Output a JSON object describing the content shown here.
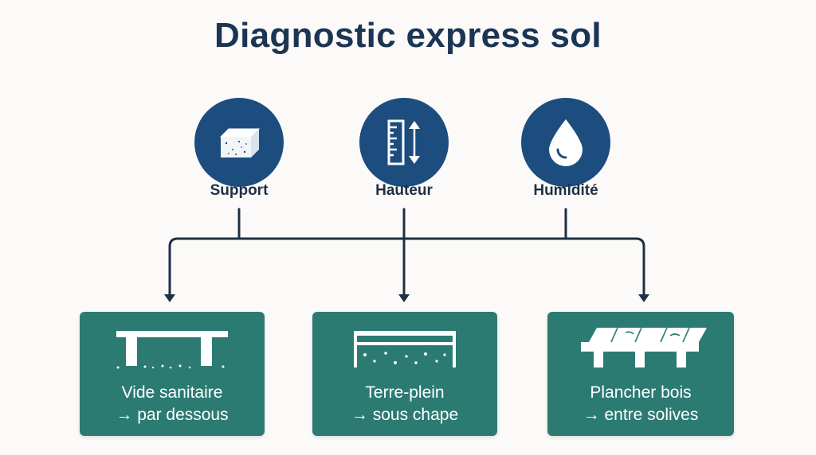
{
  "title": "Diagnostic express sol",
  "factors": [
    {
      "label": "Support",
      "icon": "concrete-block-icon"
    },
    {
      "label": "Hauteur",
      "icon": "ruler-height-icon"
    },
    {
      "label": "Humidité",
      "icon": "water-drop-icon"
    }
  ],
  "outcomes": [
    {
      "line1": "Vide sanitaire",
      "line2": "→ par dessous",
      "icon": "crawlspace-icon"
    },
    {
      "line1": "Terre-plein",
      "line2": "→ sous chape",
      "icon": "slab-on-grade-icon"
    },
    {
      "line1": "Plancher bois",
      "line2": "→ entre solives",
      "icon": "wood-floor-joists-icon"
    }
  ],
  "colors": {
    "title": "#1c3554",
    "circle": "#1c4d7e",
    "card": "#2c7b73",
    "connector": "#1f2f45",
    "background": "#fbfaf8"
  }
}
